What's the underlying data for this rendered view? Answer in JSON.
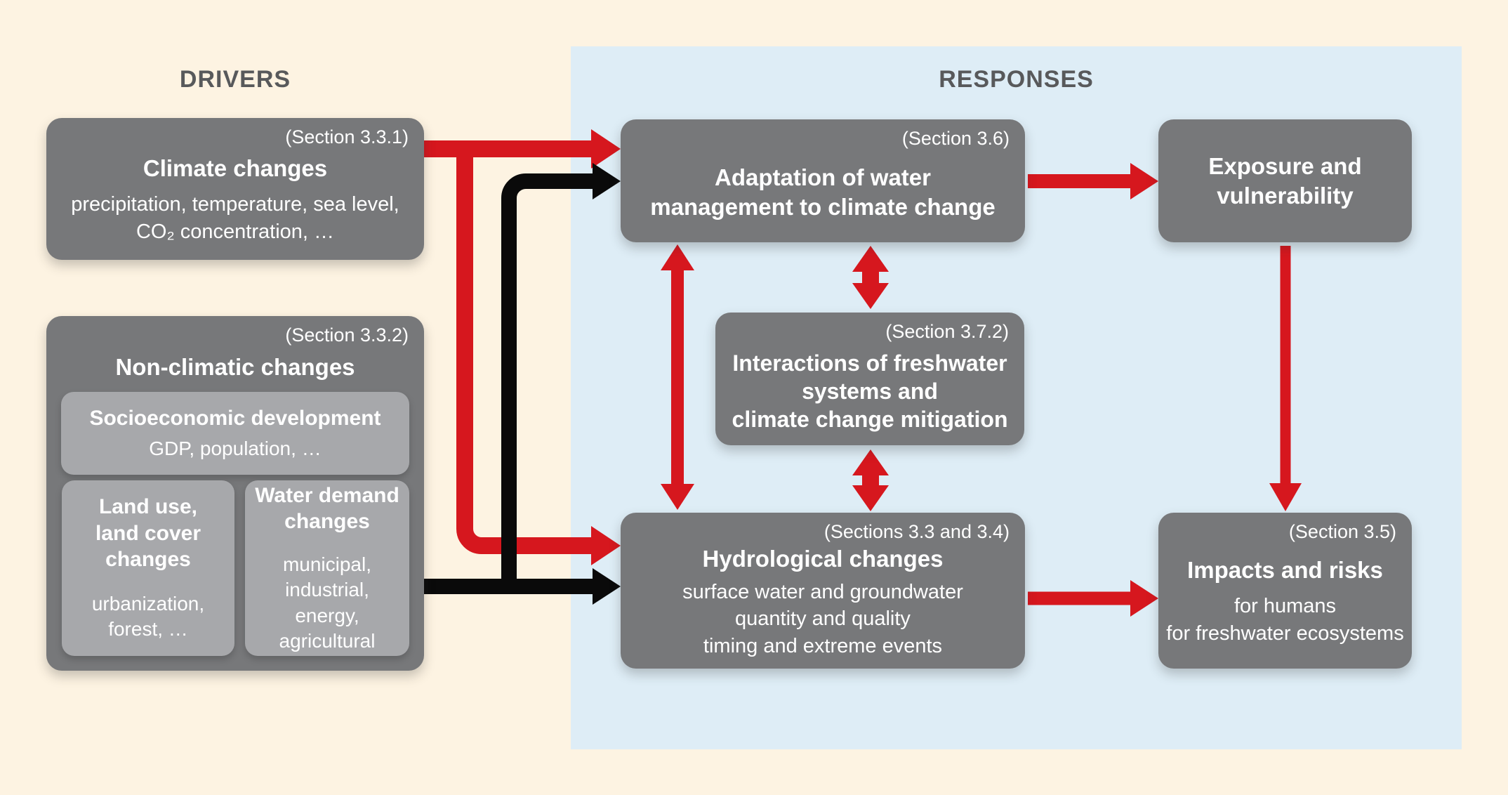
{
  "colors": {
    "background": "#FDF3E2",
    "panel": "#DEEDF6",
    "box": "#77787A",
    "box_light": "#A7A8AB",
    "red": "#D6171E",
    "black": "#0A0A0A",
    "header_text": "#58595B"
  },
  "headers": {
    "drivers": "DRIVERS",
    "responses": "RESPONSES"
  },
  "boxes": {
    "climate": {
      "section": "(Section 3.3.1)",
      "title": "Climate changes",
      "body": "precipitation, temperature, sea level,\nCO₂ concentration, …"
    },
    "non_climatic": {
      "section": "(Section 3.3.2)",
      "title": "Non-climatic changes",
      "socioeconomic": {
        "title": "Socioeconomic development",
        "body": "GDP, population, …"
      },
      "land_use": {
        "title": "Land use,\nland cover\nchanges",
        "body": "urbanization,\nforest, …"
      },
      "water_demand": {
        "title": "Water demand\nchanges",
        "body": "municipal,\nindustrial,\nenergy,\nagricultural"
      }
    },
    "adaptation": {
      "section": "(Section 3.6)",
      "title": "Adaptation of water\nmanagement to climate change"
    },
    "exposure": {
      "title": "Exposure and\nvulnerability"
    },
    "interactions": {
      "section": "(Section 3.7.2)",
      "title": "Interactions of freshwater\nsystems and\nclimate change mitigation"
    },
    "hydrological": {
      "section": "(Sections 3.3 and 3.4)",
      "title": "Hydrological changes",
      "body": "surface water and groundwater\nquantity and quality\ntiming and extreme events"
    },
    "impacts": {
      "section": "(Section 3.5)",
      "title": "Impacts and risks",
      "body": "for humans\nfor freshwater ecosystems"
    }
  }
}
